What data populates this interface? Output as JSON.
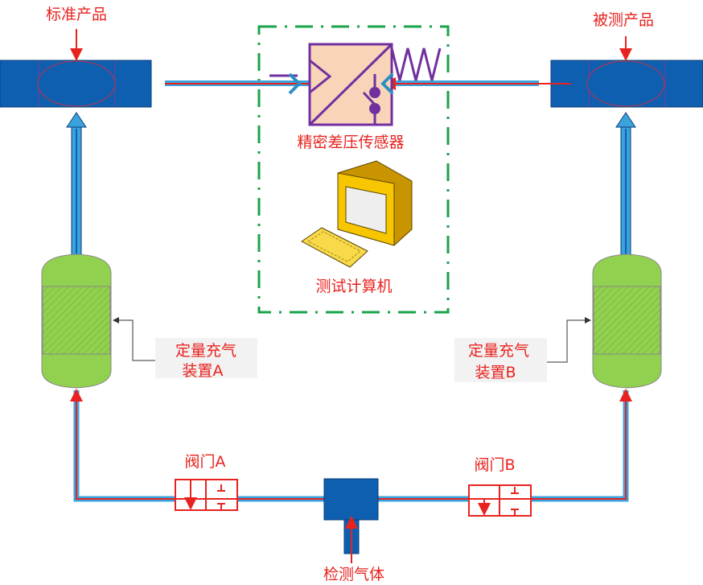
{
  "labels": {
    "standard_product": "标准产品",
    "tested_product": "被测产品",
    "sensor": "精密差压传感器",
    "computer": "测试计算机",
    "charger_a_line1": "定量充气",
    "charger_a_line2": "装置A",
    "charger_b_line1": "定量充气",
    "charger_b_line2": "装置B",
    "valve_a": "阀门A",
    "valve_b": "阀门B",
    "test_gas": "检测气体"
  },
  "colors": {
    "label": "#e8231f",
    "block": "#0f5fb0",
    "pipe": "#3ba3dc",
    "flow": "#e8231f",
    "tank": "#92d050",
    "sensor_fill": "#f8d5b8",
    "sensor_stroke": "#7030a0",
    "enclosure": "#1aa34a"
  }
}
